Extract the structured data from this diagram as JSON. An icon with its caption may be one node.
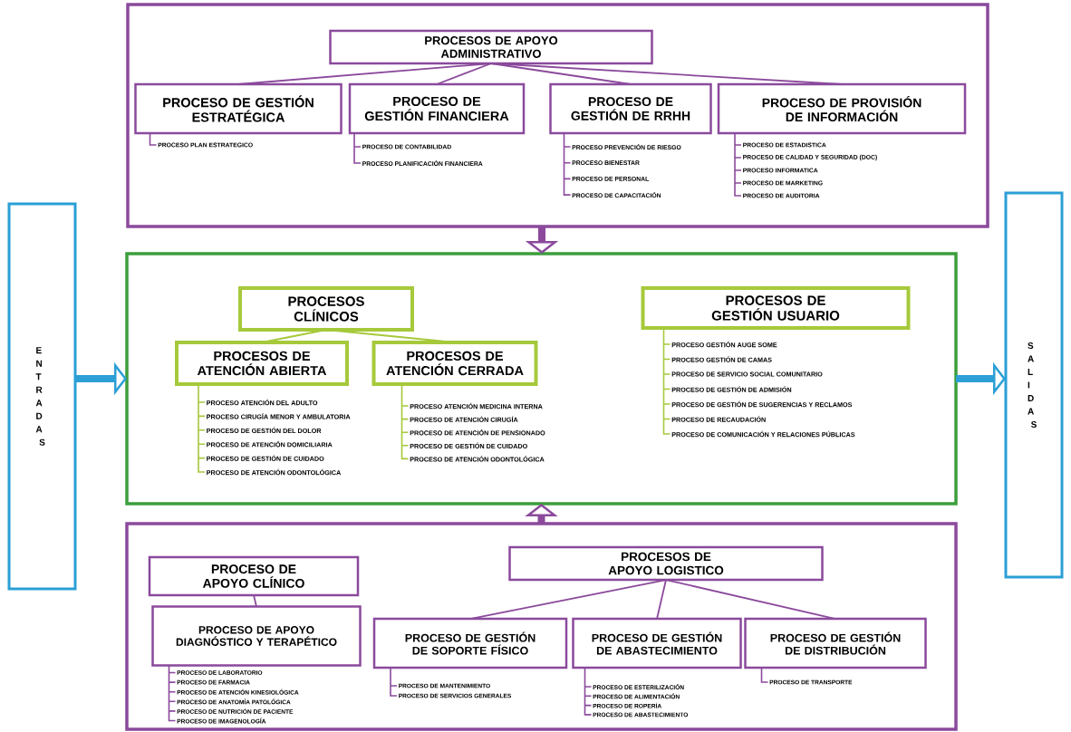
{
  "diagram": {
    "nodes": [
      {
        "text": [],
        "shape": "box"
      },
      {
        "text": [
          "PROCESOS DE APOYO ADMINISTRATIVO"
        ],
        "in": 0
      },
      {
        "text": [
          "PROCESO DE GESTIÓN ESTRATÉGICA"
        ],
        "in": 0,
        "beside": [
          "PROCESO PLAN ESTRATEGICO"
        ]
      },
      {
        "text": [
          "PROCESO DE GESTIÓN FINANCIERA"
        ],
        "in": 0,
        "beside": [
          "PROCESO DE CONTABILIDAD",
          "PROCESO PLANIFICACIÓN FINANCIERA"
        ]
      },
      {
        "text": [
          "PROCESO DE GESTIÓN DE RRHH"
        ],
        "in": 0,
        "beside": [
          "PROCESO PREVENCIÓN DE RIESGO",
          "PROCESO BIENESTAR",
          "PROCESO DE PERSONAL",
          "PROCESO DE CAPACITACIÓN"
        ]
      },
      {
        "text": [
          "PROCESO DE PROVISIÓN DE INFORMACIÓN"
        ],
        "in": 0,
        "beside": [
          "PROCESO DE ESTADISTICA",
          "PROCESO DE CALIDAD Y SEGURIDAD (DOC)",
          "PROCESO INFORMATICA",
          "PROCESO DE MARKETING",
          "PROCESO DE AUDITORIA"
        ]
      },
      {
        "text": [],
        "shape": "box"
      },
      {
        "text": [
          "PROCESOS CLÍNICOS"
        ],
        "in": 6
      },
      {
        "text": [
          "PROCESOS DE ATENCIÓN ABIERTA"
        ],
        "in": 6,
        "beside": [
          "PROCESO ATENCIÓN DEL ADULTO",
          "PROCESO CIRUGÍA MENOR Y AMBULATORIA",
          "PROCESO DE GESTIÓN DEL DOLOR",
          "PROCESO DE ATENCIÓN DOMICILIARIA",
          "PROCESO DE GESTIÓN DE CUIDADO",
          "PROCESO DE ATENCIÓN ODONTOLÓGICA"
        ]
      },
      {
        "text": [
          "PROCESOS DE ATENCIÓN CERRADA"
        ],
        "in": 6,
        "beside": [
          "PROCESO ATENCIÓN MEDICINA INTERNA",
          "PROCESO DE ATENCIÓN CIRUGÍA",
          "PROCESO DE ATENCIÓN DE PENSIONADO",
          "PROCESO DE GESTIÓN DE CUIDADO",
          "PROCESO DE ATENCIÓN ODONTOLÓGICA"
        ]
      },
      {
        "text": [
          "PROCESOS DE GESTIÓN USUARIO"
        ],
        "in": 6,
        "beside": [
          "PROCESO GESTIÓN AUGE SOME",
          "PROCESO GESTIÓN DE CAMAS",
          "PROCESO DE SERVICIO SOCIAL COMUNITARIO",
          "PROCESO DE GESTIÓN DE ADMISIÓN",
          "PROCESO DE GESTIÓN DE SUGERENCIAS Y RECLAMOS",
          "PROCESO DE RECAUDACIÓN",
          "PROCESO DE COMUNICACIÓN Y RELACIONES PÚBLICAS"
        ]
      },
      {
        "text": [],
        "shape": "box"
      },
      {
        "text": [
          "PROCESO DE APOYO CLÍNICO"
        ],
        "in": 11
      },
      {
        "text": [
          "PROCESO DE APOYO DIAGNÓSTICO Y TERAPÉTICO"
        ],
        "in": 11,
        "beside": [
          "PROCESO DE LABORATORIO",
          "PROCESO DE FARMACIA",
          "PROCESO DE ATENCIÓN KINESIOLÓGICA",
          "PROCESO DE ANATOMÍA PATOLÓGICA",
          "PROCESO DE NUTRICIÓN DE PACIENTE",
          "PROCESO DE IMAGENOLOGÍA"
        ]
      },
      {
        "text": [
          "PROCESOS DE APOYO LOGISTICO"
        ],
        "in": 11
      },
      {
        "text": [
          "PROCESO DE GESTIÓN DE SOPORTE FÍSICO"
        ],
        "in": 11,
        "beside": [
          "PROCESO DE MANTENIMIENTO",
          "PROCESO DE SERVICIOS GENERALES"
        ]
      },
      {
        "text": [
          "PROCESO DE GESTIÓN DE ABASTECIMIENTO"
        ],
        "in": 11,
        "beside": [
          "PROCESO DE ESTERILIZACIÓN",
          "PROCESO DE ALIMENTACIÓN",
          "PROCESO DE ROPERÍA",
          "PROCESO DE ABASTECIMIENTO"
        ]
      },
      {
        "text": [
          "PROCESO DE GESTIÓN DE DISTRIBUCIÓN"
        ],
        "in": 11,
        "beside": [
          "PROCESO DE TRANSPORTE"
        ]
      },
      {
        "text": [
          "ENTRADAS"
        ]
      },
      {
        "text": [
          "SALIDAS"
        ]
      }
    ],
    "edges": [
      {
        "from": 1,
        "to": 2,
        "arrow": "none"
      },
      {
        "from": 1,
        "to": 3,
        "arrow": "none"
      },
      {
        "from": 1,
        "to": 4,
        "arrow": "none"
      },
      {
        "from": 1,
        "to": 5,
        "arrow": "none"
      },
      {
        "from": 0,
        "to": 6,
        "arrow": "to",
        "style": "thick"
      },
      {
        "from": 7,
        "to": 8,
        "arrow": "none",
        "color": "#a6c93b"
      },
      {
        "from": 7,
        "to": 9,
        "arrow": "none",
        "color": "#a6c93b"
      },
      {
        "from": 11,
        "to": 6,
        "arrow": "to",
        "style": "thick"
      },
      {
        "from": 12,
        "to": 13,
        "arrow": "none"
      },
      {
        "from": 14,
        "to": 15,
        "arrow": "none"
      },
      {
        "from": 14,
        "to": 16,
        "arrow": "none"
      },
      {
        "from": 14,
        "to": 17,
        "arrow": "none"
      },
      {
        "from": 18,
        "to": 6,
        "arrow": "to",
        "style": "thick",
        "color": "#2b9fd6"
      },
      {
        "from": 6,
        "to": 19,
        "arrow": "to",
        "style": "thick",
        "color": "#2b9fd6"
      }
    ]
  }
}
